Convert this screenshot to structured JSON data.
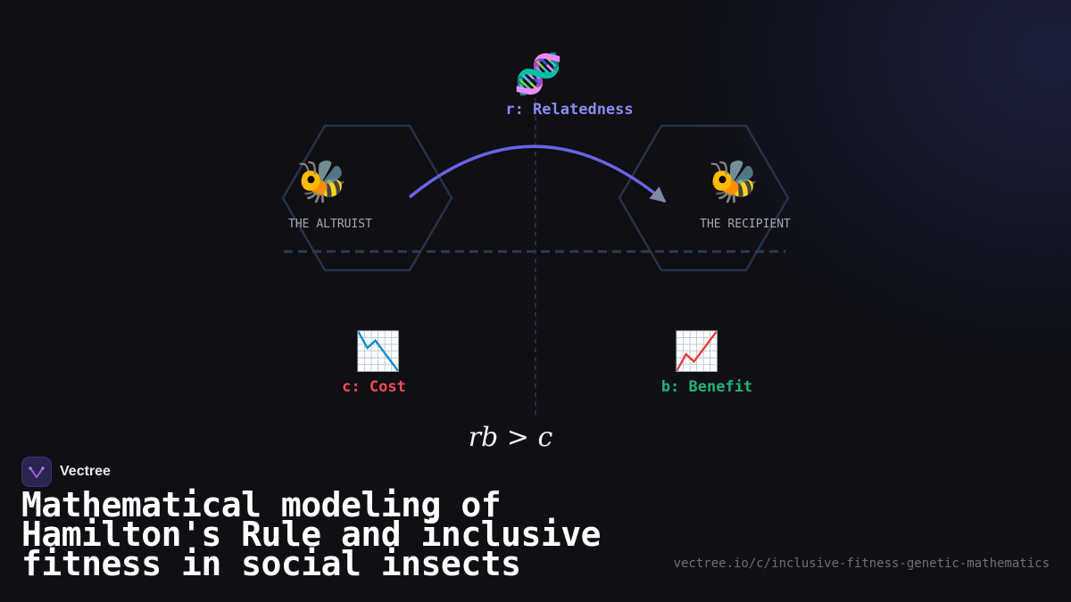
{
  "diagram": {
    "formula": "rb > c",
    "relatedness": {
      "icon": "dna-icon",
      "glyph": "🧬",
      "label": "r: Relatedness",
      "color": "#8b8cf5"
    },
    "altruist": {
      "icon": "bee-icon",
      "glyph": "🐝",
      "label": "THE ALTRUIST"
    },
    "recipient": {
      "icon": "bee-icon",
      "glyph": "🐝",
      "label": "THE RECIPIENT"
    },
    "cost": {
      "icon": "chart-decreasing-icon",
      "glyph": "📉",
      "label": "c: Cost",
      "color": "#ef4a5c"
    },
    "benefit": {
      "icon": "chart-increasing-icon",
      "glyph": "📈",
      "label": "b: Benefit",
      "color": "#22b07d"
    },
    "arrow_color": "#6a64e6",
    "hex_color": "#27324a",
    "node_label_color": "#a4a9b8"
  },
  "brand": {
    "name": "Vectree",
    "logo_color": "#a05ad8"
  },
  "title": "Mathematical modeling of Hamilton's Rule and inclusive fitness in social insects",
  "url": "vectree.io/c/inclusive-fitness-genetic-mathematics"
}
